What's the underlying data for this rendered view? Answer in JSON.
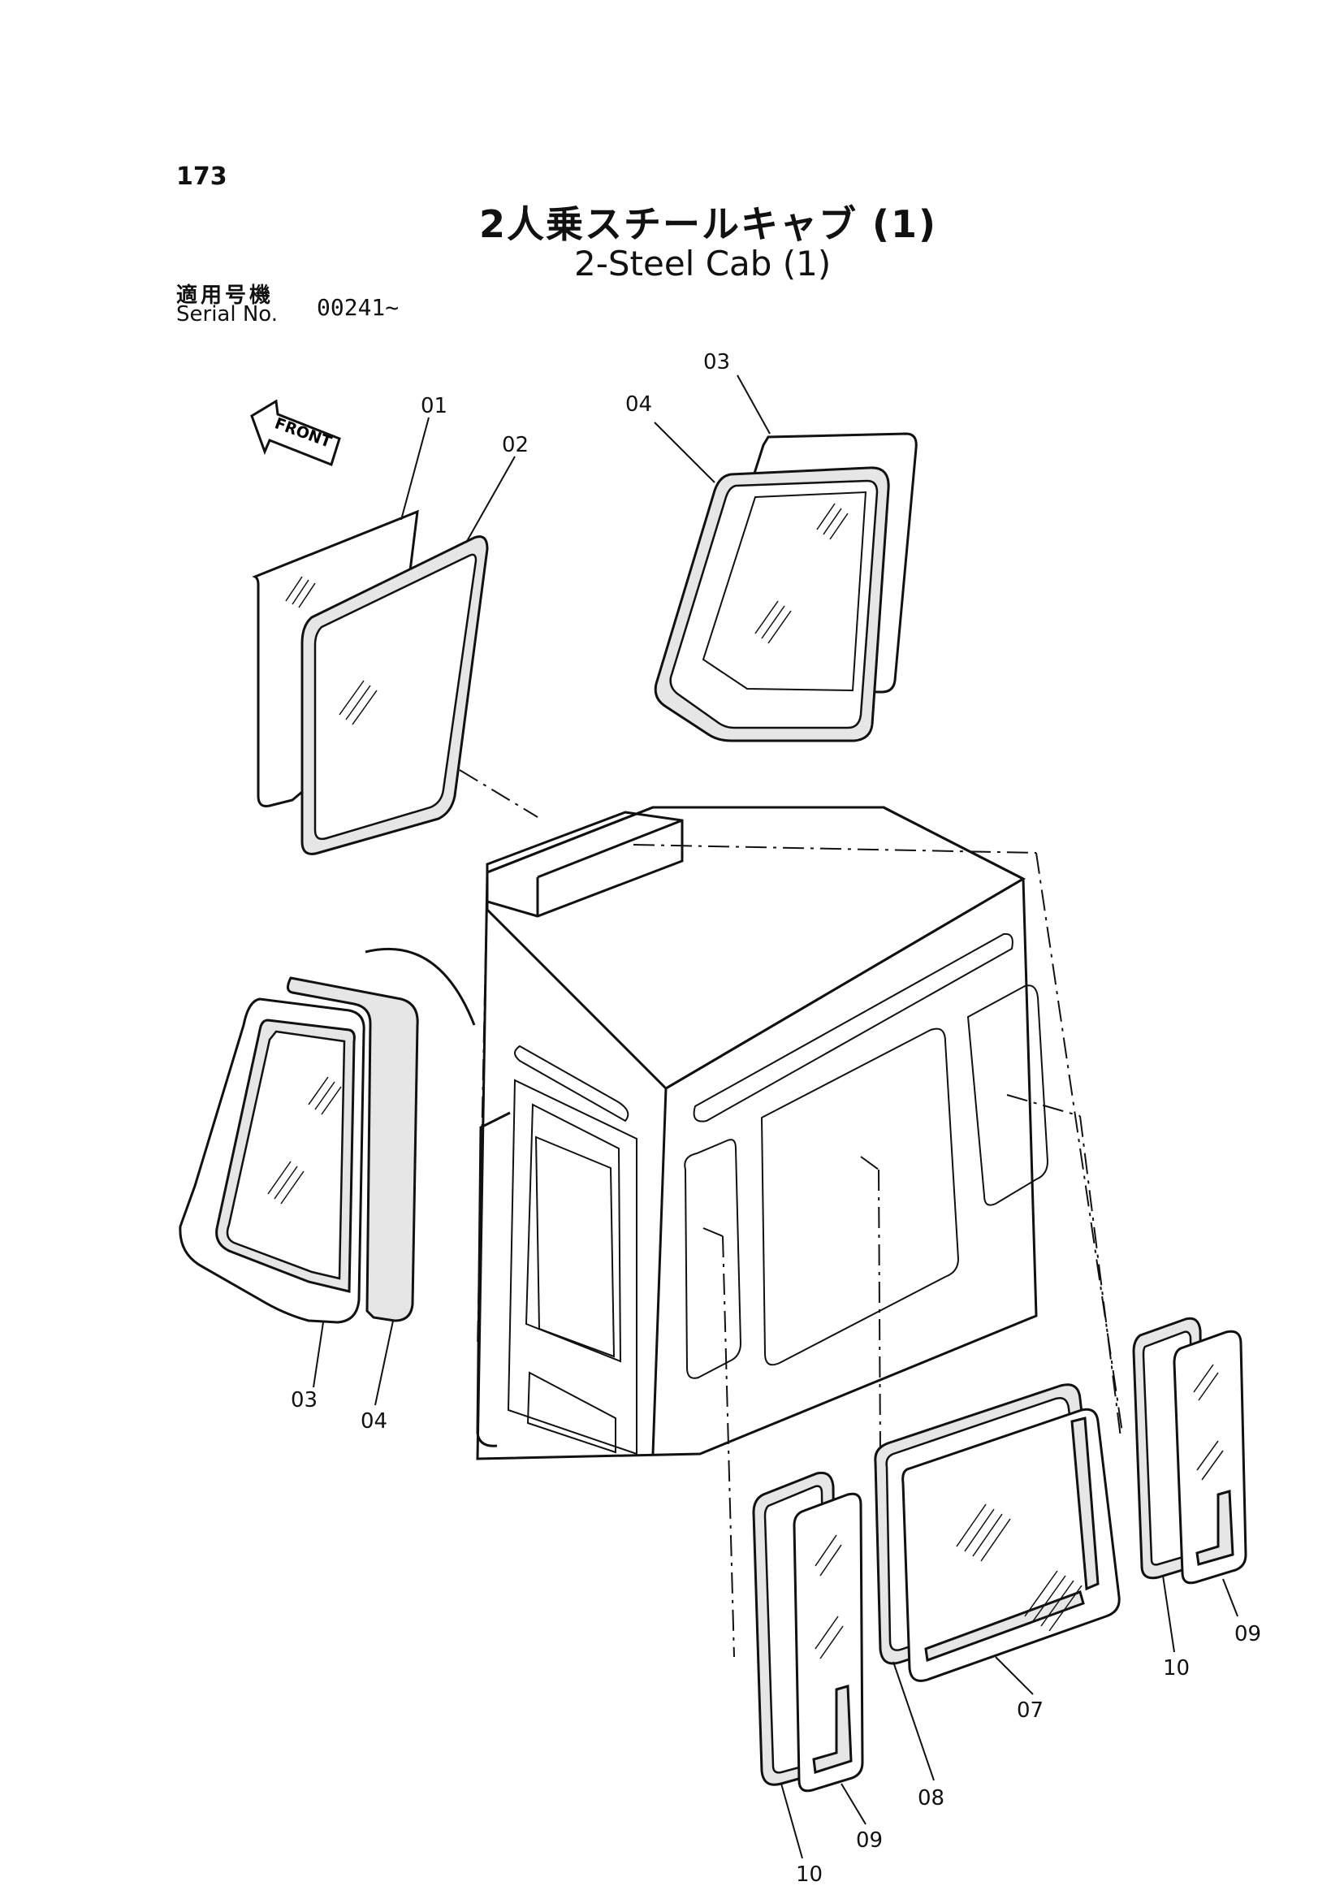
{
  "header": {
    "page_number": "173",
    "title_ja": "2人乗スチールキャブ (1)",
    "title_en": "2-Steel Cab (1)",
    "serial_label_ja": "適用号機",
    "serial_label_en": "Serial No.",
    "serial_range": "00241~"
  },
  "front_marker": "FRONT",
  "callouts": {
    "c01": "01",
    "c02": "02",
    "c03_top": "03",
    "c04_top": "04",
    "c03_left": "03",
    "c04_left": "04",
    "c07": "07",
    "c08": "08",
    "c09_center": "09",
    "c10_center": "10",
    "c09_right": "09",
    "c10_right": "10"
  }
}
